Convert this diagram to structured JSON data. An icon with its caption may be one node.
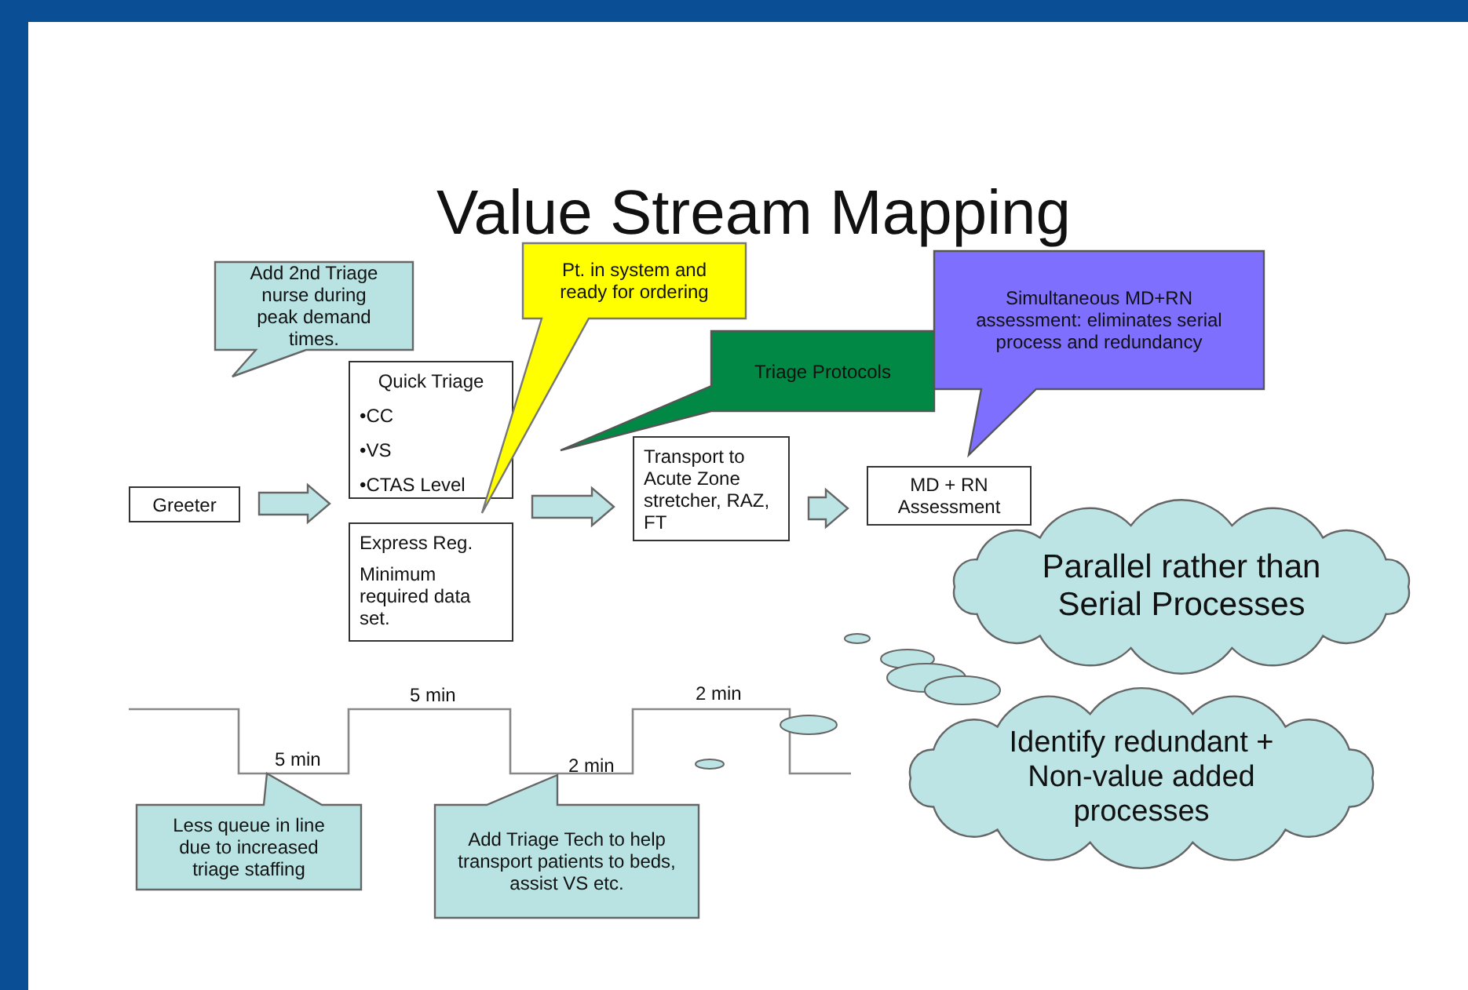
{
  "diagram": {
    "title": "Value Stream Mapping",
    "nodes": [
      {
        "text": [
          "Greeter"
        ]
      },
      {
        "text": [
          "Quick Triage",
          "•CC",
          "•VS",
          "•CTAS Level"
        ]
      },
      {
        "text": [
          "Express Reg.",
          "Minimum required data set."
        ]
      },
      {
        "text": [
          "Transport to Acute Zone stretcher, RAZ, FT"
        ]
      },
      {
        "text": [
          "MD + RN Assessment"
        ]
      },
      {
        "text": [
          "Add 2nd Triage nurse during peak demand times."
        ]
      },
      {
        "text": [
          "Pt. in system and ready for ordering"
        ]
      },
      {
        "text": [
          "Triage Protocols"
        ]
      },
      {
        "text": [
          "Simultaneous MD+RN assessment: eliminates serial process and redundancy"
        ]
      },
      {
        "text": [
          "Parallel rather than Serial Processes"
        ]
      },
      {
        "text": [
          "Identify redundant + Non-value added processes"
        ]
      },
      {
        "text": [
          "Less queue in line due to increased triage staffing"
        ]
      },
      {
        "text": [
          "Add Triage Tech to help transport patients to beds, assist VS etc."
        ]
      }
    ],
    "edges": [
      {
        "from": 0,
        "to": 1,
        "arrow": "to"
      },
      {
        "from": 1,
        "to": 3,
        "arrow": "to"
      },
      {
        "from": 3,
        "to": 4,
        "arrow": "to"
      }
    ],
    "labels": [
      "5 min",
      "5 min",
      "2 min",
      "2 min"
    ]
  }
}
